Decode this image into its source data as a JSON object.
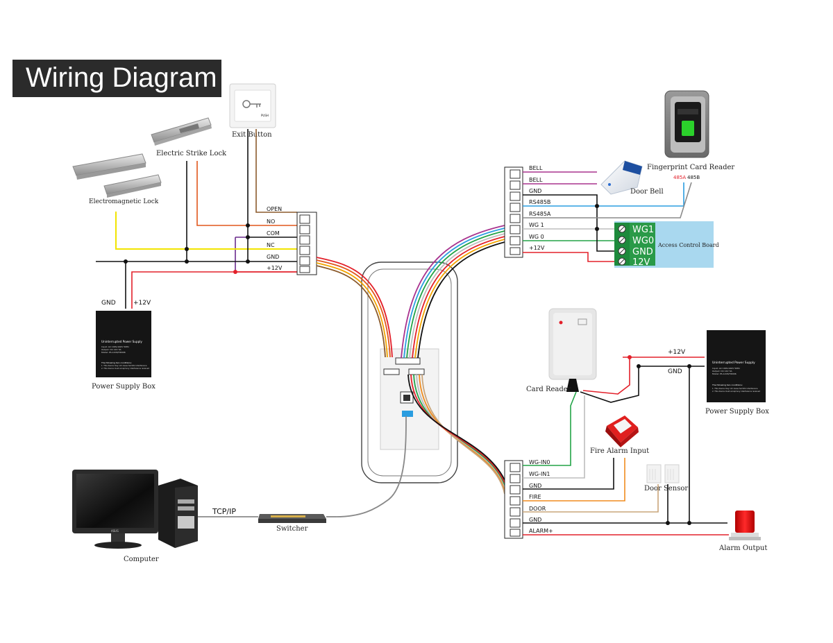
{
  "title": "Wiring Diagram",
  "devices": {
    "exit_button": "Exit Button",
    "electric_strike_lock": "Electric Strike Lock",
    "electromagnetic_lock": "Electromagnetic Lock",
    "power_supply_box_left": "Power Supply Box",
    "power_supply_box_right": "Power Supply Box",
    "fingerprint_card_reader": "Fingerprint Card Reader",
    "door_bell": "Door Bell",
    "access_control_board": "Access Control Board",
    "card_reader": "Card Reader",
    "fire_alarm_input": "Fire Alarm Input",
    "door_sensor": "Door Sensor",
    "alarm_output": "Alarm Output",
    "computer": "Computer",
    "switcher": "Switcher",
    "push_label": "PUSH"
  },
  "left_terminal": [
    "OPEN",
    "NO",
    "COM",
    "NC",
    "GND",
    "+12V"
  ],
  "left_psu": {
    "gnd": "GND",
    "v12": "+12V",
    "label": "Uninterrupted Power Supply",
    "spec_lines": [
      "Input: AC 100V-240V 50Hz",
      "Output: DC 12V 3A",
      "Model: PS-1203/HD006"
    ],
    "notes_title": "The following two conditions:",
    "notes": [
      "1. This device may not cause harmful interference",
      "2. This device must accept any interference received"
    ]
  },
  "right_psu": {
    "v12": "+12V",
    "gnd": "GND",
    "label": "Uninterrupted Power Supply",
    "spec_lines": [
      "Input: AC 100V-240V 50Hz",
      "Output: DC 12V 3A",
      "Model: PS-1203/HD006"
    ],
    "notes_title": "The following two conditions:",
    "notes": [
      "1. This device may not cause harmful interference",
      "2. This device must accept any interference received"
    ]
  },
  "top_right_terminal": [
    "BELL",
    "BELL",
    "GND",
    "RS485B",
    "RS485A",
    "WG 1",
    "WG 0",
    "+12V"
  ],
  "rs485": {
    "a": "485A",
    "b": "485B"
  },
  "board_terminals": [
    "WG1",
    "WG0",
    "GND",
    "12V"
  ],
  "bottom_right_terminal": [
    "WG-IN0",
    "WG-IN1",
    "GND",
    "FIRE",
    "DOOR",
    "GND",
    "ALARM+"
  ],
  "network": {
    "tcp_ip": "TCP/IP"
  },
  "monitor_brand": "ASUS",
  "colors": {
    "gnd": "#111111",
    "v12": "#e3202a",
    "com": "#6a2a8c",
    "nc": "#f2e400",
    "no": "#e0561b",
    "open": "#8b5a2b",
    "bell": "#a8328e",
    "rs485b": "#2a9de0",
    "rs485a": "#8a8a8a",
    "wg1": "#bdbdbd",
    "wg0": "#22a447",
    "fire": "#f08c1e",
    "door": "#c9a57a",
    "board": "#a9d8ef",
    "board_terminal": "#1d8a3c"
  }
}
